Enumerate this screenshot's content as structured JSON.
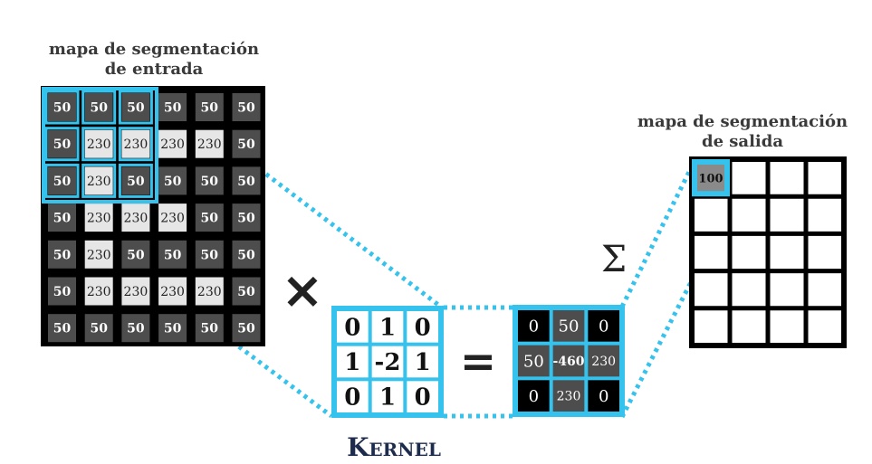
{
  "input": {
    "title_line1": "mapa de segmentación",
    "title_line2": "de entrada",
    "grid": [
      [
        "50",
        "50",
        "50",
        "50",
        "50",
        "50"
      ],
      [
        "50",
        "230",
        "230",
        "230",
        "230",
        "50"
      ],
      [
        "50",
        "230",
        "50",
        "50",
        "50",
        "50"
      ],
      [
        "50",
        "230",
        "230",
        "230",
        "50",
        "50"
      ],
      [
        "50",
        "230",
        "50",
        "50",
        "50",
        "50"
      ],
      [
        "50",
        "230",
        "230",
        "230",
        "230",
        "50"
      ],
      [
        "50",
        "50",
        "50",
        "50",
        "50",
        "50"
      ]
    ]
  },
  "operators": {
    "multiply": "×",
    "equals": "=",
    "sum": "Σ"
  },
  "kernel": {
    "label": "Kernel",
    "grid": [
      [
        "0",
        "1",
        "0"
      ],
      [
        "1",
        "-2",
        "1"
      ],
      [
        "0",
        "1",
        "0"
      ]
    ]
  },
  "product": {
    "grid": [
      [
        "0",
        "50",
        "0"
      ],
      [
        "50",
        "-460",
        "230"
      ],
      [
        "0",
        "230",
        "0"
      ]
    ]
  },
  "output": {
    "title_line1": "mapa de segmentación",
    "title_line2": "de salida",
    "first_value": "100",
    "rows": 5,
    "cols": 4
  },
  "colors": {
    "highlight": "#35c2ec",
    "dark_cell": "#4d4d4d",
    "light_cell": "#e6e6e6",
    "black": "#000000",
    "output_first": "#8a8a8a"
  }
}
